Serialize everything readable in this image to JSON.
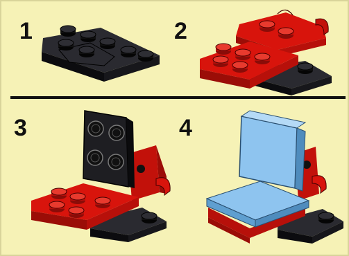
{
  "steps": [
    {
      "label": "1"
    },
    {
      "label": "2"
    },
    {
      "label": "3"
    },
    {
      "label": "4"
    }
  ],
  "colors": {
    "background": "#f6f2b6",
    "divider": "#111111",
    "brick_black": "#1b1b1f",
    "brick_red": "#d8140c",
    "tile_blue": "#8ec4ef"
  }
}
